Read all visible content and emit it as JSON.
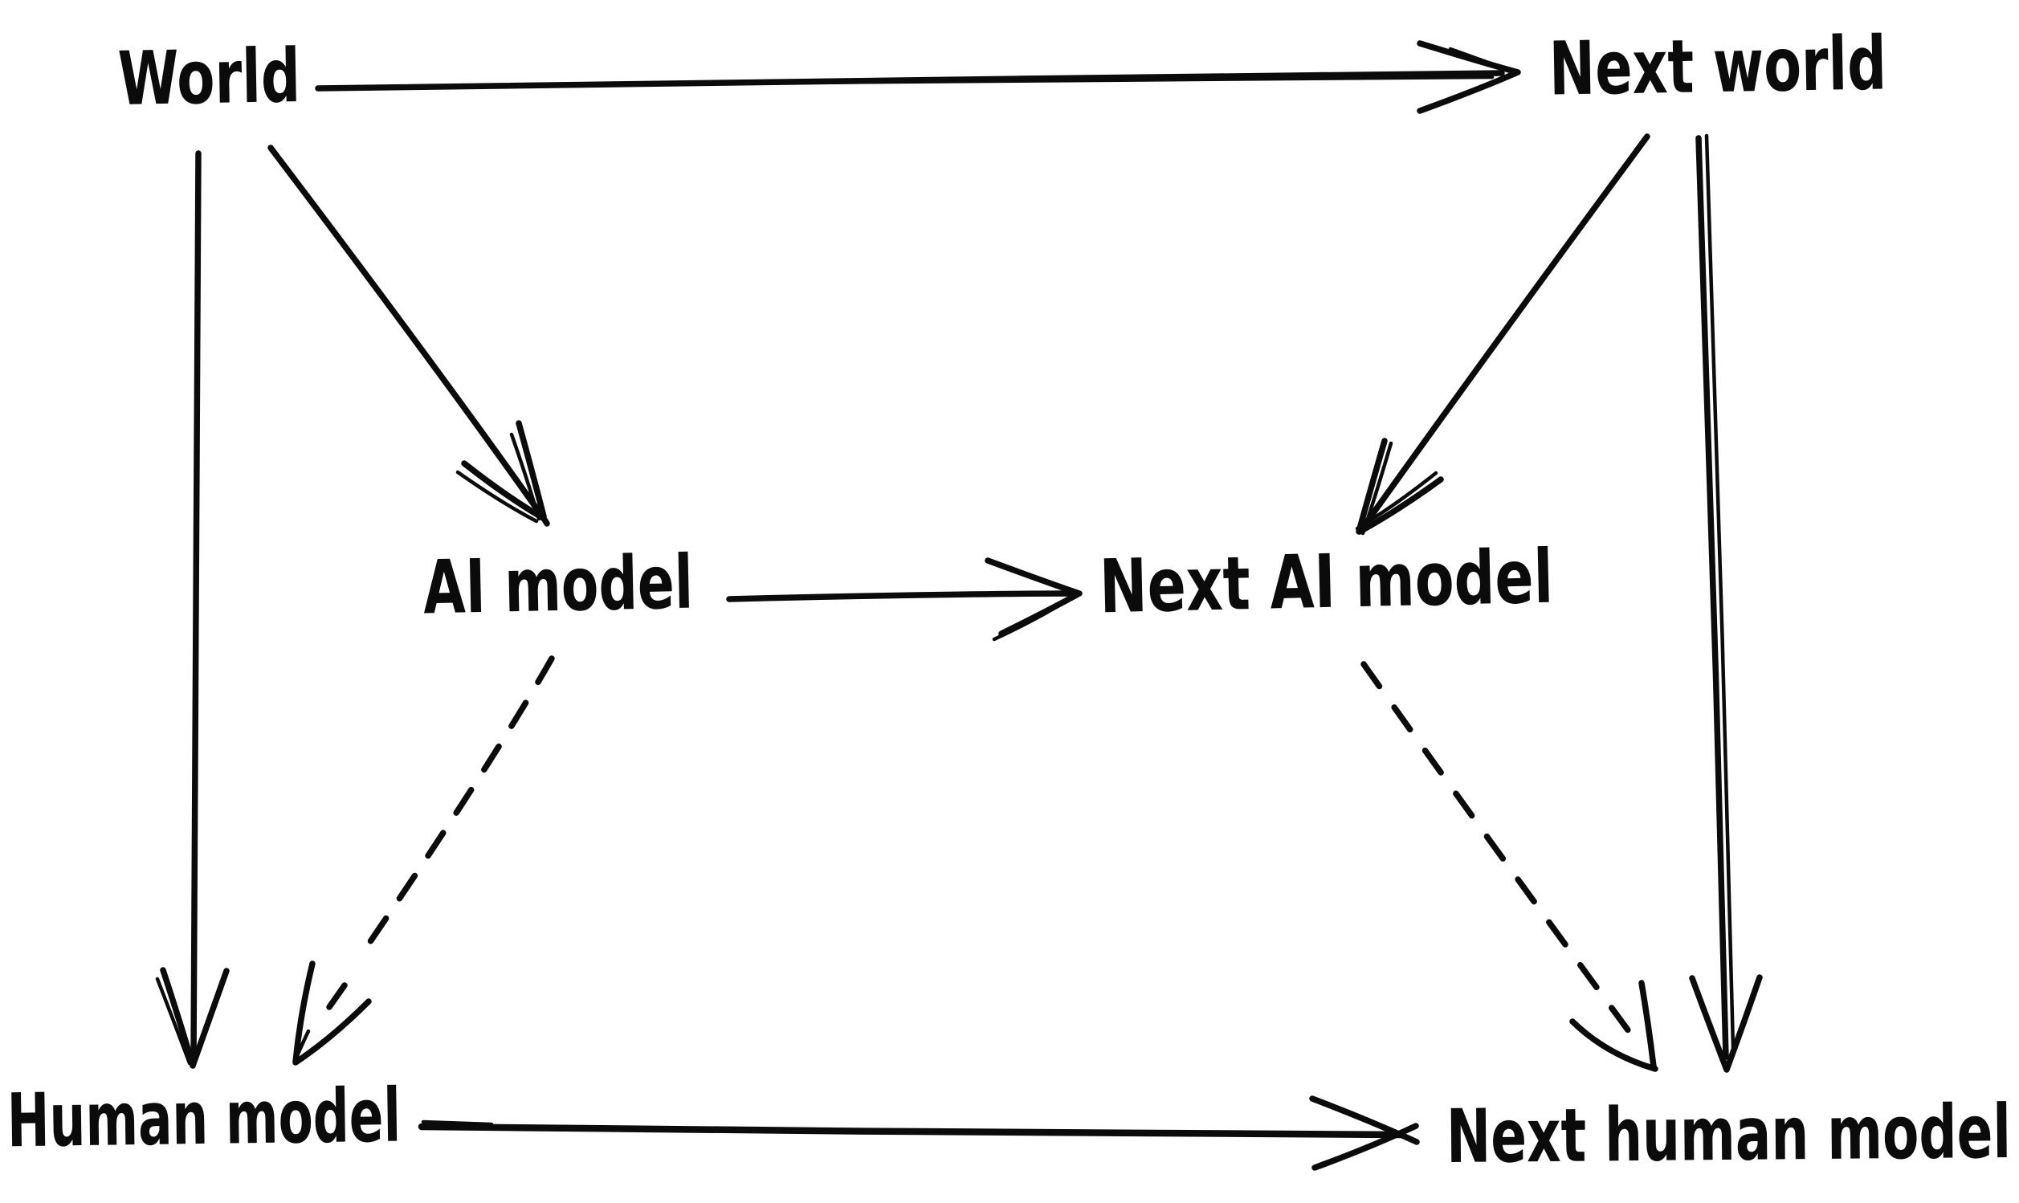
{
  "diagram": {
    "background_color": "#ffffff",
    "ink_color": "#0b0b0b",
    "nodes": {
      "world": {
        "label": "World"
      },
      "next_world": {
        "label": "Next world"
      },
      "ai_model": {
        "label": "AI model"
      },
      "next_ai_model": {
        "label": "Next AI model"
      },
      "human_model": {
        "label": "Human model"
      },
      "next_human_model": {
        "label": "Next human model"
      }
    },
    "edges": [
      {
        "from": "World",
        "to": "Next world",
        "style": "solid"
      },
      {
        "from": "World",
        "to": "AI model",
        "style": "solid"
      },
      {
        "from": "World",
        "to": "Human model",
        "style": "solid"
      },
      {
        "from": "AI model",
        "to": "Next AI model",
        "style": "solid"
      },
      {
        "from": "AI model",
        "to": "Human model",
        "style": "dashed"
      },
      {
        "from": "Next world",
        "to": "Next AI model",
        "style": "solid"
      },
      {
        "from": "Next world",
        "to": "Next human model",
        "style": "solid"
      },
      {
        "from": "Next AI model",
        "to": "Next human model",
        "style": "dashed"
      },
      {
        "from": "Human model",
        "to": "Next human model",
        "style": "solid"
      }
    ]
  }
}
